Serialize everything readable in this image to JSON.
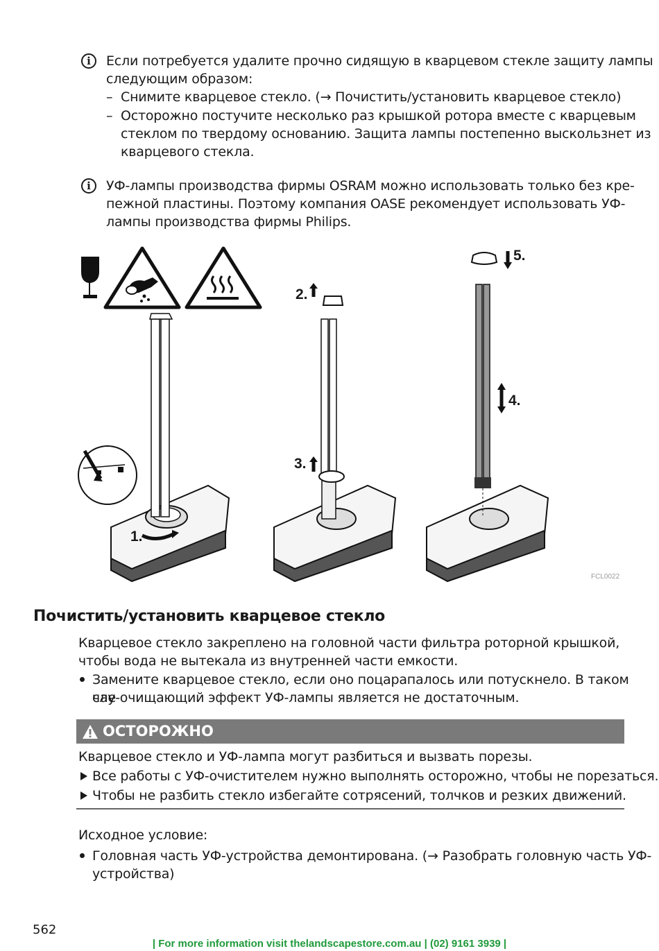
{
  "note1": {
    "line1": "Если потребуется удалите прочно сидящую в кварцевом стекле защиту лампы",
    "line2": "следующим образом:",
    "steps": [
      {
        "dash": "–",
        "lines": [
          "Снимите кварцевое стекло. (→ Почистить/установить кварцевое стекло)"
        ]
      },
      {
        "dash": "–",
        "lines": [
          "Осторожно постучите несколько раз крышкой ротора вместе с кварцевым",
          "стеклом по твердому основанию. Защита лампы постепенно выскользнет из",
          "кварцевого стекла."
        ]
      }
    ]
  },
  "note2": {
    "lines": [
      "УФ-лампы производства фирмы OSRAM можно использовать только без кре-",
      "пежной пластины. Поэтому компания OASE рекомендует использовать УФ-",
      "лампы производства фирмы Philips."
    ]
  },
  "figure": {
    "labels": {
      "s1": "1.",
      "s2": "2.",
      "s3": "3.",
      "s4": "4.",
      "s5": "5."
    },
    "code": "FCL0022"
  },
  "section": {
    "title": "Почистить/установить кварцевое стекло",
    "intro": [
      "Кварцевое стекло закреплено на головной части фильтра роторной крышкой,",
      "чтобы вода не вытекала из внутренней части емкости."
    ],
    "bullet": [
      "Замените кварцевое стекло, если оно поцарапалось или потускнело. В таком слу-",
      "чае очищающий эффект УФ-лампы является не достаточным."
    ]
  },
  "warning": {
    "icon": "warning-triangle-icon",
    "title": "ОСТОРОЖНО",
    "text": "Кварцевое стекло и УФ-лампа могут разбиться и вызвать порезы.",
    "actions": [
      "Все работы с УФ-очистителем нужно выполнять осторожно, чтобы не порезаться.",
      "Чтобы не разбить стекло избегайте сотрясений, толчков и резких движений."
    ]
  },
  "precondition": {
    "label": "Исходное условие:",
    "bullet": [
      "Головная часть УФ-устройства демонтирована. (→ Разобрать головную часть УФ-",
      "устройства)"
    ]
  },
  "page_number": "562",
  "footer": "| For more information visit thelandscapestore.com.au | (02) 9161 3939 |"
}
